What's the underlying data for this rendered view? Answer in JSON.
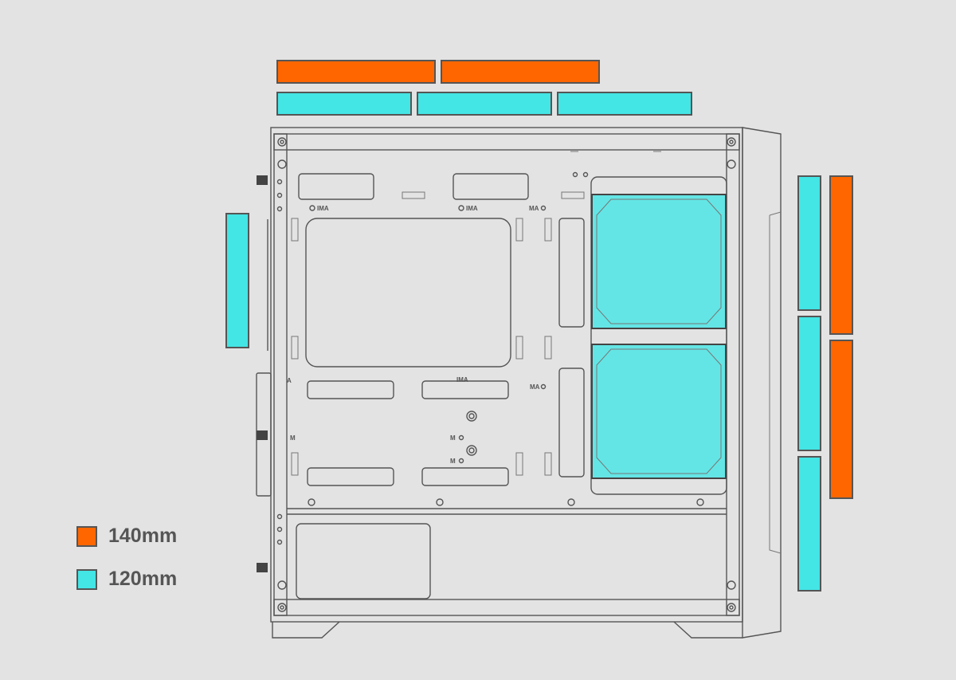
{
  "legend": [
    {
      "label": "140mm",
      "color": "#ff6600"
    },
    {
      "label": "120mm",
      "color": "#44e5e5"
    }
  ],
  "case_labels": {
    "ima": "IMA",
    "ma": "MA",
    "m": "M",
    "a": "A"
  },
  "fan_positions": {
    "top_140": 2,
    "top_120": 3,
    "rear_120": 1,
    "front_120": 3,
    "front_140": 2,
    "front_internal_120": 2
  }
}
